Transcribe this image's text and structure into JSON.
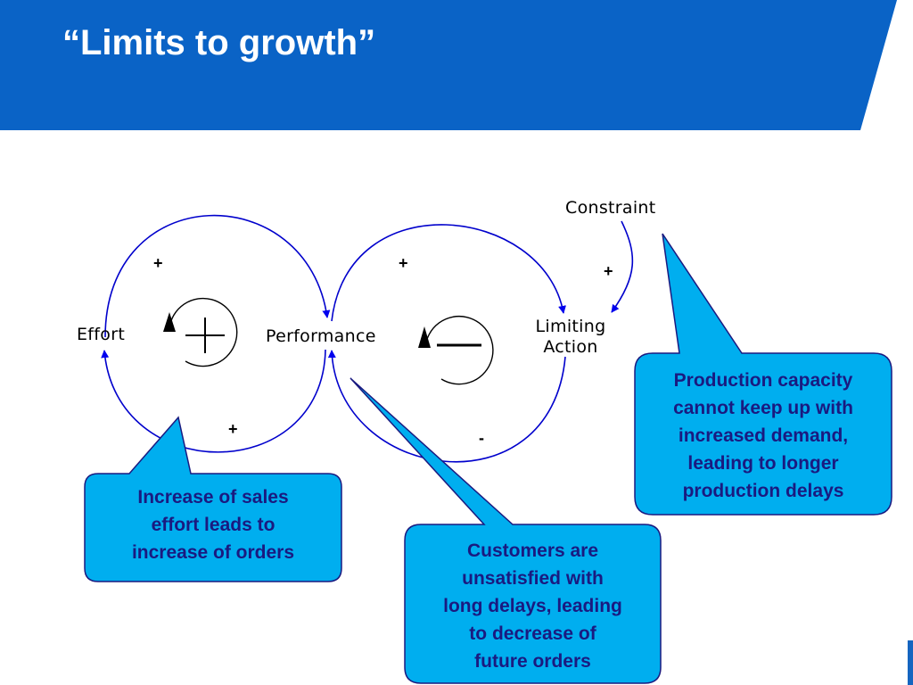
{
  "slide": {
    "title": "“Limits to growth”"
  },
  "nodes": {
    "effort": "Effort",
    "performance": "Performance",
    "limiting_action_line1": "Limiting",
    "limiting_action_line2": "Action",
    "constraint": "Constraint"
  },
  "link_signs": {
    "effort_to_performance": "+",
    "performance_to_effort": "+",
    "performance_to_limiting": "+",
    "limiting_to_performance": "-",
    "constraint_to_limiting": "+"
  },
  "loops": {
    "reinforcing_symbol": "plus",
    "balancing_symbol": "minus"
  },
  "callouts": {
    "sales_effort": {
      "lines": [
        "Increase of sales",
        "effort leads to",
        "increase of orders"
      ]
    },
    "customers": {
      "lines": [
        "Customers are",
        "unsatisfied with",
        "long delays, leading",
        "to decrease of",
        "future orders"
      ]
    },
    "production": {
      "lines": [
        "Production capacity",
        "cannot keep up with",
        "increased demand,",
        "leading to longer",
        "production delays"
      ]
    }
  },
  "colors": {
    "header_blue": "#0a63c6",
    "callout_fill": "#00aeef",
    "callout_text": "#1a1a80",
    "arc_blue": "#0000cc"
  }
}
